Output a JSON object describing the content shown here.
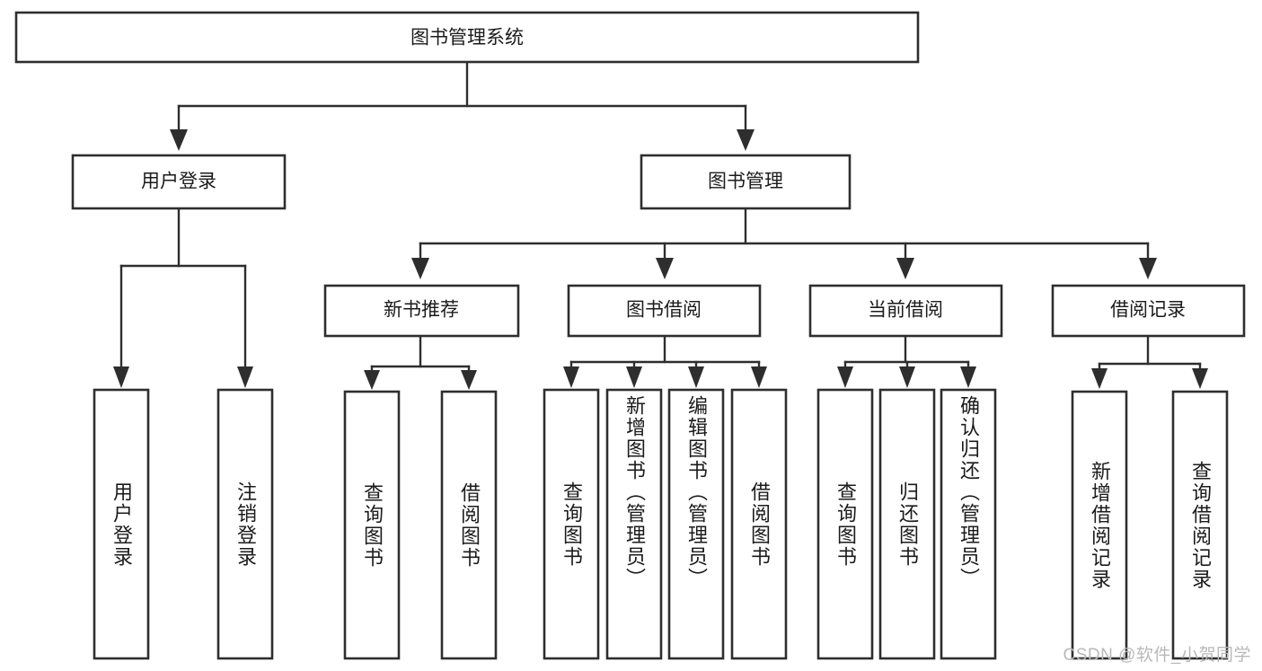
{
  "diagram": {
    "title": "图书管理系统",
    "type": "tree",
    "orientation": "top-down",
    "colors": {
      "box_stroke": "#2e2e2e",
      "box_fill": "#ffffff",
      "connector": "#2e2e2e",
      "text": "#1b1b1b",
      "watermark": "#b9b9b9",
      "background": "#ffffff"
    },
    "root": {
      "label": "图书管理系统"
    },
    "level1": [
      {
        "label": "用户登录"
      },
      {
        "label": "图书管理"
      }
    ],
    "level2": [
      {
        "label": "新书推荐"
      },
      {
        "label": "图书借阅"
      },
      {
        "label": "当前借阅"
      },
      {
        "label": "借阅记录"
      }
    ],
    "leaves": {
      "user_login": [
        {
          "label": "用户登录"
        },
        {
          "label": "注销登录"
        }
      ],
      "new_book_recommend": [
        {
          "label": "查询图书"
        },
        {
          "label": "借阅图书"
        }
      ],
      "book_borrow": [
        {
          "label": "查询图书"
        },
        {
          "label": "新增图书（管理员）"
        },
        {
          "label": "编辑图书（管理员）"
        },
        {
          "label": "借阅图书"
        }
      ],
      "current_borrow": [
        {
          "label": "查询图书"
        },
        {
          "label": "归还图书"
        },
        {
          "label": "确认归还（管理员）"
        }
      ],
      "borrow_records": [
        {
          "label": "新增借阅记录"
        },
        {
          "label": "查询借阅记录"
        }
      ]
    },
    "watermark": "CSDN @软件_小贺同学"
  }
}
